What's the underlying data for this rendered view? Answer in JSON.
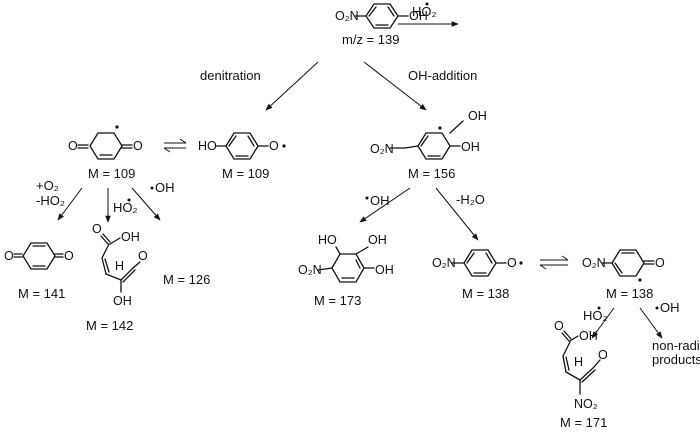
{
  "start": {
    "no2": "O₂N",
    "oh": "OH",
    "mz": "m/z = 139"
  },
  "top_reagent": "HO₂",
  "pathways": {
    "left": "denitration",
    "right": "OH-addition"
  },
  "quinone_radical": {
    "mass": "M = 109",
    "o1": "O",
    "o2": "O"
  },
  "phenoxyl": {
    "ho": "HO",
    "o": "O",
    "mass": "M = 109"
  },
  "left_reagents": {
    "a": "+O₂",
    "b": "-HO₂",
    "c": "HO₂",
    "d": "OH"
  },
  "benzoquinone": {
    "o1": "O",
    "o2": "O",
    "mass": "M = 141"
  },
  "acid142": {
    "cooh": "OH",
    "h": "H",
    "oh": "OH",
    "cho": "O",
    "acid_o": "O",
    "mass": "M = 142"
  },
  "m126": "M = 126",
  "adduct": {
    "oh1": "OH",
    "oh2": "OH",
    "no2": "O₂N",
    "mass": "M = 156"
  },
  "adduct_reagents": {
    "oh": "OH",
    "water": "-H₂O"
  },
  "diol173": {
    "ho": "HO",
    "oh1": "OH",
    "oh2": "OH",
    "no2": "O₂N",
    "mass": "M = 173"
  },
  "nitrophenoxyl": {
    "no2": "O₂N",
    "o": "O",
    "mass": "M = 138"
  },
  "nitro_radical": {
    "no2": "O₂N",
    "o": "O",
    "mass": "M = 138"
  },
  "final_reagents": {
    "ho2": "HO₂",
    "oh": "OH"
  },
  "non_radical": [
    "non-radical",
    "products"
  ],
  "nitro_acid": {
    "oh": "OH",
    "acid_o": "O",
    "h": "H",
    "cho": "O",
    "no2": "NO₂",
    "mass": "M = 171"
  }
}
